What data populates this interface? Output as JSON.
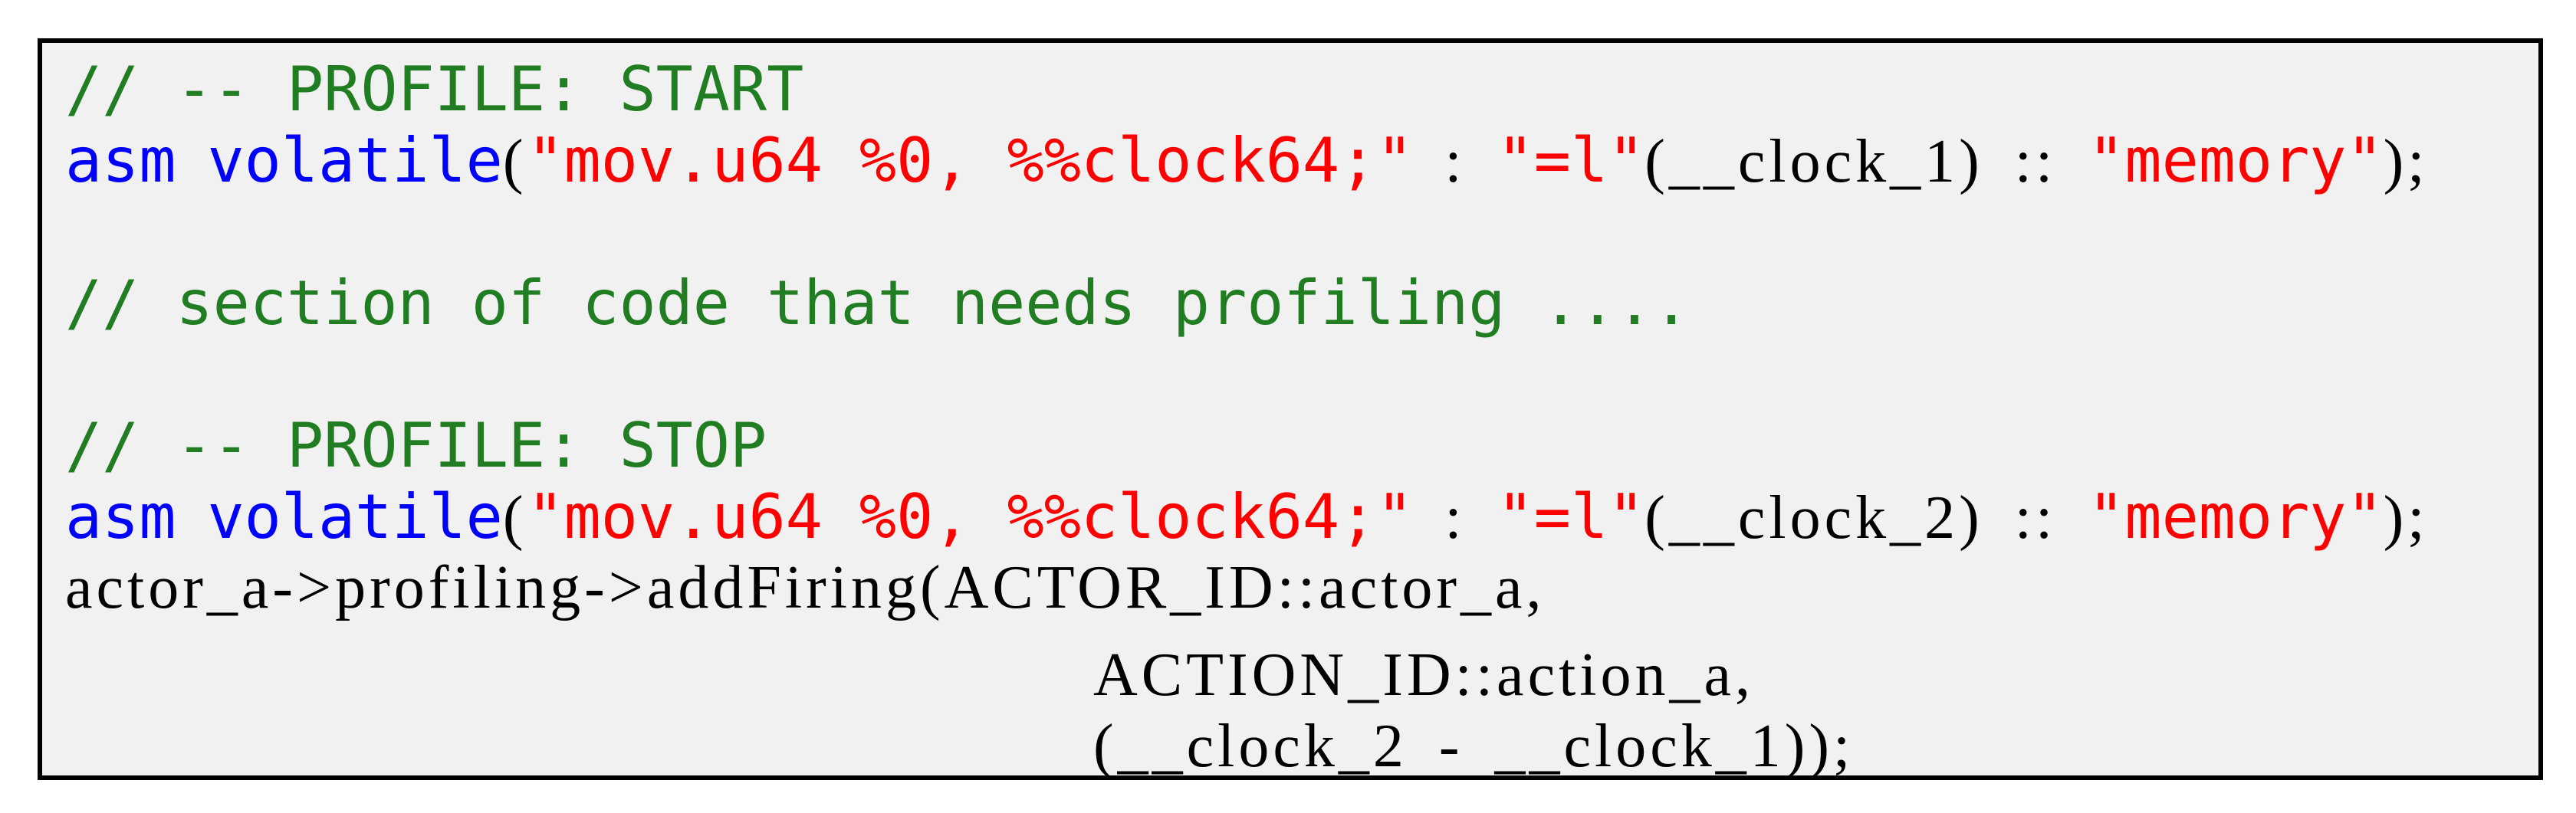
{
  "colors": {
    "comment": "#217d21",
    "keyword": "#0000ff",
    "string": "#ff0000",
    "plain": "#000000",
    "box_background": "#f1f1f1",
    "box_border": "#000000",
    "page_background": "#ffffff"
  },
  "listing": {
    "lines": [
      {
        "segments": [
          {
            "style": "comment",
            "text": "// -- PROFILE: START"
          }
        ]
      },
      {
        "segments": [
          {
            "style": "keyword",
            "text": "asm"
          },
          {
            "style": "plain",
            "text": " "
          },
          {
            "style": "keyword",
            "text": "volatile"
          },
          {
            "style": "plain",
            "text": "("
          },
          {
            "style": "string",
            "text": "\"mov.u64 %0, %%clock64;\""
          },
          {
            "style": "plain",
            "text": " : "
          },
          {
            "style": "string",
            "text": "\"=l\""
          },
          {
            "style": "plain",
            "text": "(__clock_1) :: "
          },
          {
            "style": "string",
            "text": "\"memory\""
          },
          {
            "style": "plain",
            "text": ");"
          }
        ]
      },
      {
        "segments": []
      },
      {
        "segments": [
          {
            "style": "comment",
            "text": "// section of code that needs profiling ...."
          }
        ]
      },
      {
        "segments": []
      },
      {
        "segments": [
          {
            "style": "comment",
            "text": "// -- PROFILE: STOP"
          }
        ]
      },
      {
        "segments": [
          {
            "style": "keyword",
            "text": "asm"
          },
          {
            "style": "plain",
            "text": " "
          },
          {
            "style": "keyword",
            "text": "volatile"
          },
          {
            "style": "plain",
            "text": "("
          },
          {
            "style": "string",
            "text": "\"mov.u64 %0, %%clock64;\""
          },
          {
            "style": "plain",
            "text": " : "
          },
          {
            "style": "string",
            "text": "\"=l\""
          },
          {
            "style": "plain",
            "text": "(__clock_2) :: "
          },
          {
            "style": "string",
            "text": "\"memory\""
          },
          {
            "style": "plain",
            "text": ");"
          }
        ]
      },
      {
        "segments": [
          {
            "style": "plain",
            "text": "actor_a->profiling->addFiring(ACTOR_ID::actor_a,"
          }
        ]
      },
      {
        "segments": [
          {
            "style": "indent",
            "text": "                              "
          },
          {
            "style": "plain",
            "text": "ACTION_ID::action_a,"
          }
        ]
      },
      {
        "segments": [
          {
            "style": "indent",
            "text": "                              "
          },
          {
            "style": "plain",
            "text": "(__clock_2 - __clock_1));"
          }
        ]
      }
    ]
  }
}
